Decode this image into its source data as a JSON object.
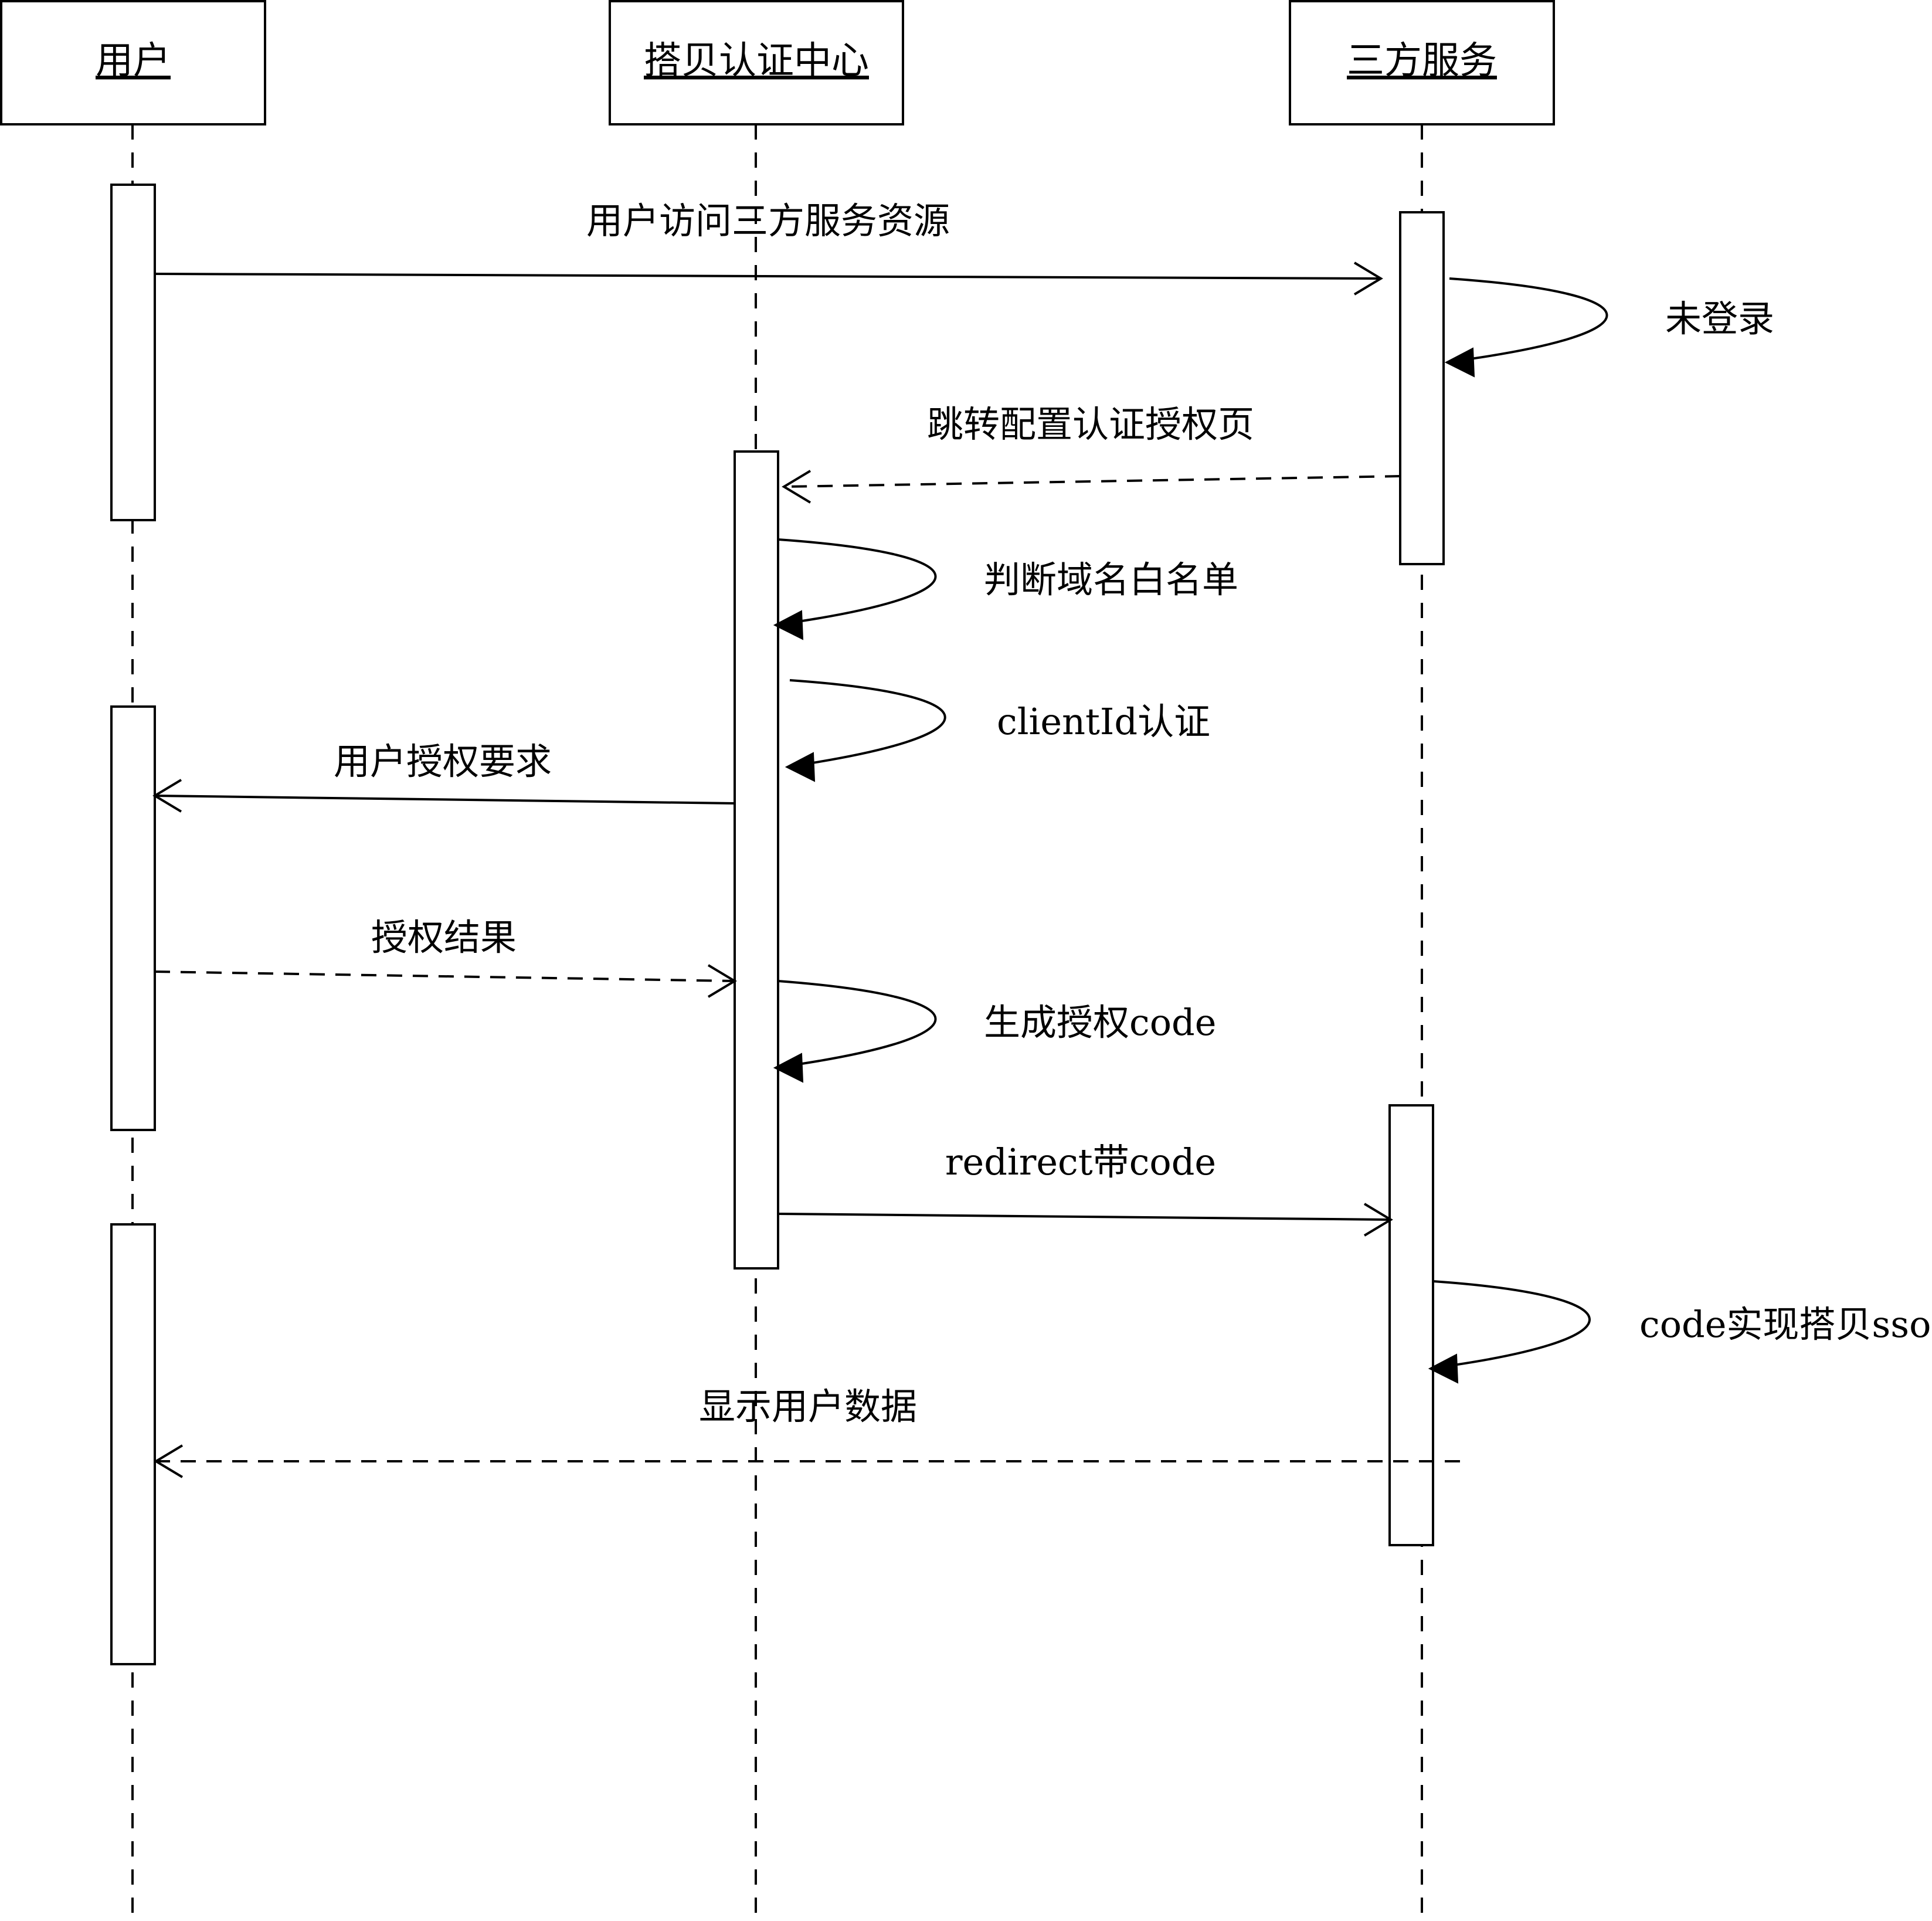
{
  "actors": [
    {
      "id": "user",
      "label": "用户"
    },
    {
      "id": "auth",
      "label": "搭贝认证中心"
    },
    {
      "id": "third",
      "label": "三方服务"
    }
  ],
  "messages": [
    {
      "from": "user",
      "to": "third",
      "style": "solid",
      "label": "用户访问三方服务资源"
    },
    {
      "from": "third",
      "to": "third",
      "style": "self",
      "label": "未登录"
    },
    {
      "from": "third",
      "to": "auth",
      "style": "dashed",
      "label": "跳转配置认证授权页"
    },
    {
      "from": "auth",
      "to": "auth",
      "style": "self",
      "label": "判断域名白名单"
    },
    {
      "from": "auth",
      "to": "auth",
      "style": "self",
      "label": "clientId认证"
    },
    {
      "from": "auth",
      "to": "user",
      "style": "solid",
      "label": "用户授权要求"
    },
    {
      "from": "user",
      "to": "auth",
      "style": "dashed",
      "label": "授权结果"
    },
    {
      "from": "auth",
      "to": "auth",
      "style": "self",
      "label": "生成授权code"
    },
    {
      "from": "auth",
      "to": "third",
      "style": "solid",
      "label": "redirect带code"
    },
    {
      "from": "third",
      "to": "third",
      "style": "self",
      "label": "code实现搭贝sso"
    },
    {
      "from": "third",
      "to": "user",
      "style": "dashed",
      "label": "显示用户数据"
    }
  ]
}
